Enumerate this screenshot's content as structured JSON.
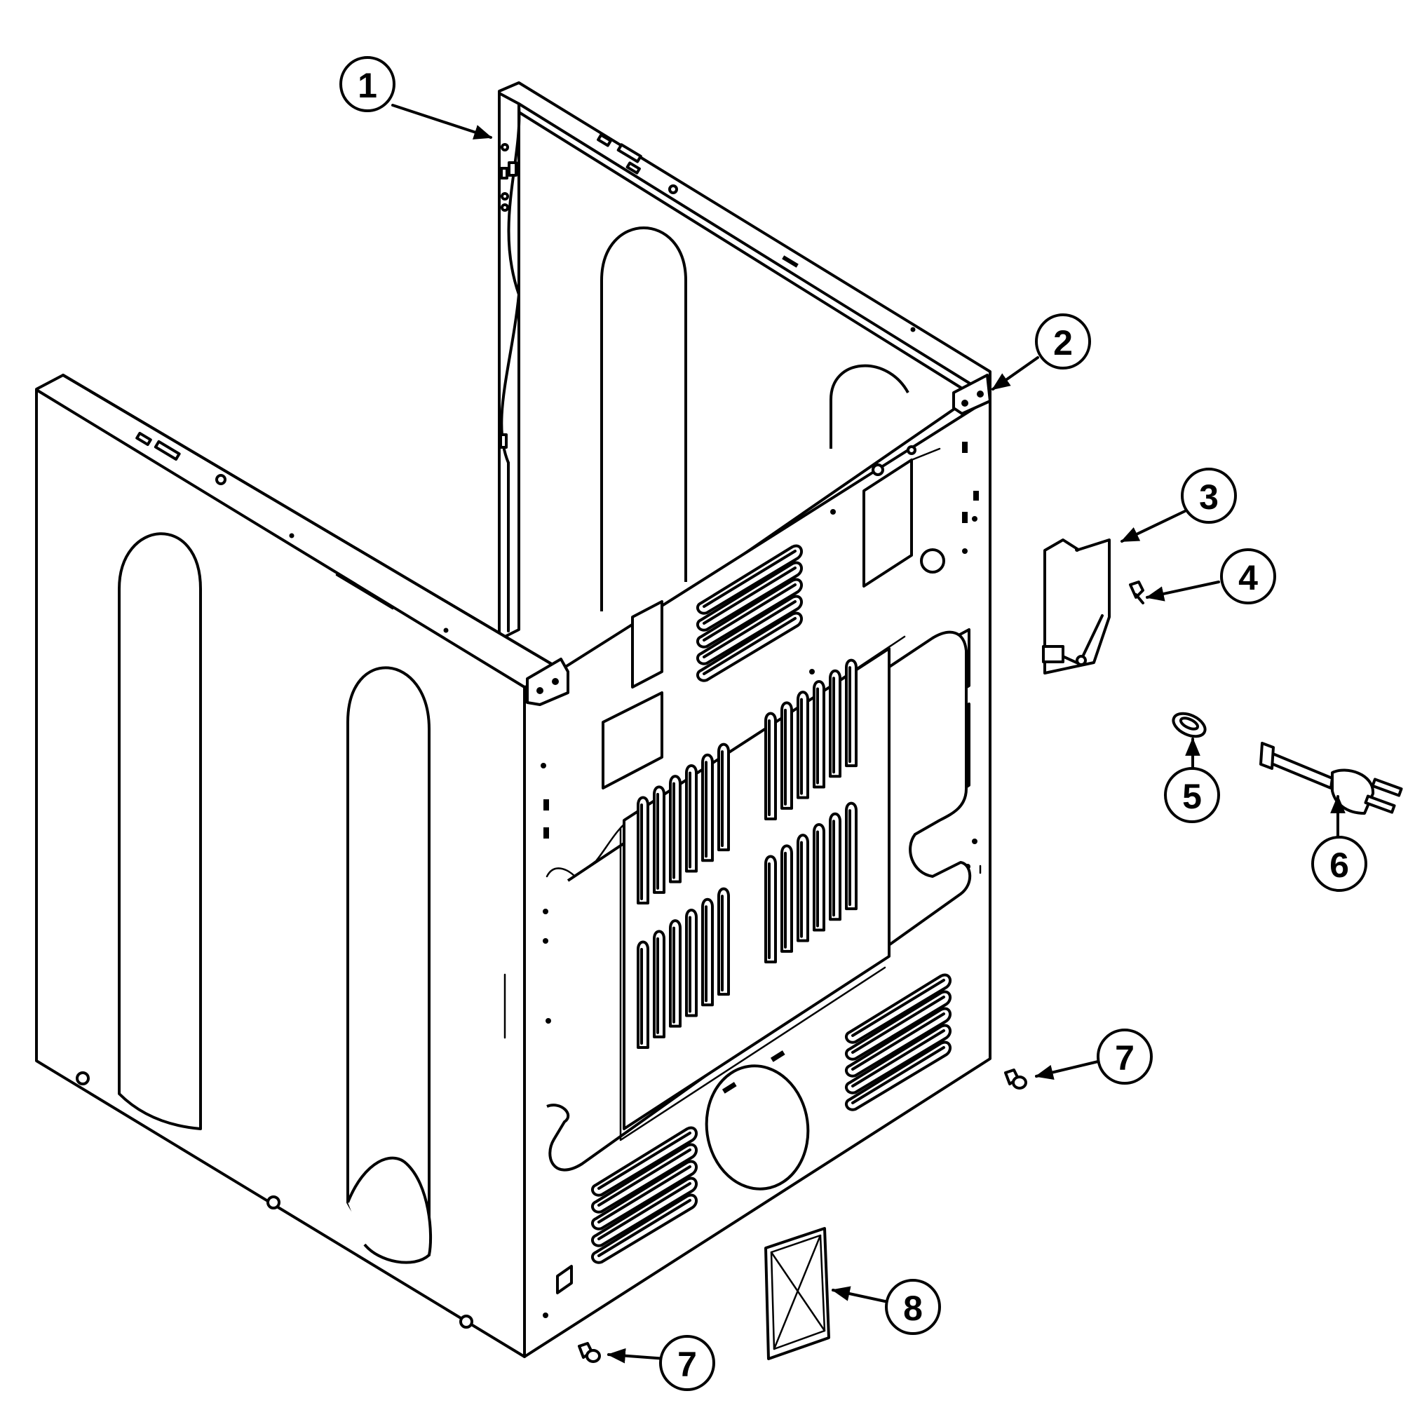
{
  "diagram": {
    "subject": "exploded parts view of dryer cabinet",
    "callouts": [
      {
        "id": "callout-1",
        "label": "1"
      },
      {
        "id": "callout-2",
        "label": "2"
      },
      {
        "id": "callout-3",
        "label": "3"
      },
      {
        "id": "callout-4",
        "label": "4"
      },
      {
        "id": "callout-5",
        "label": "5"
      },
      {
        "id": "callout-6",
        "label": "6"
      },
      {
        "id": "callout-7a",
        "label": "7"
      },
      {
        "id": "callout-7b",
        "label": "7"
      },
      {
        "id": "callout-8",
        "label": "8"
      }
    ]
  }
}
